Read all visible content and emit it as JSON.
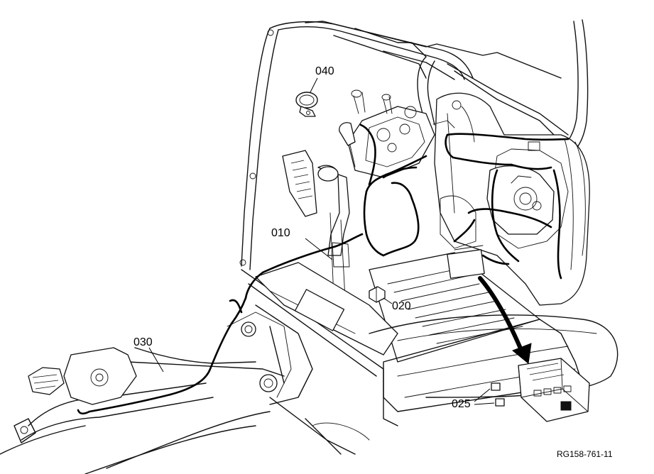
{
  "callouts": {
    "c040": "040",
    "c010": "010",
    "c020": "020",
    "c030": "030",
    "c025": "025"
  },
  "reference": "RG158-761-11"
}
